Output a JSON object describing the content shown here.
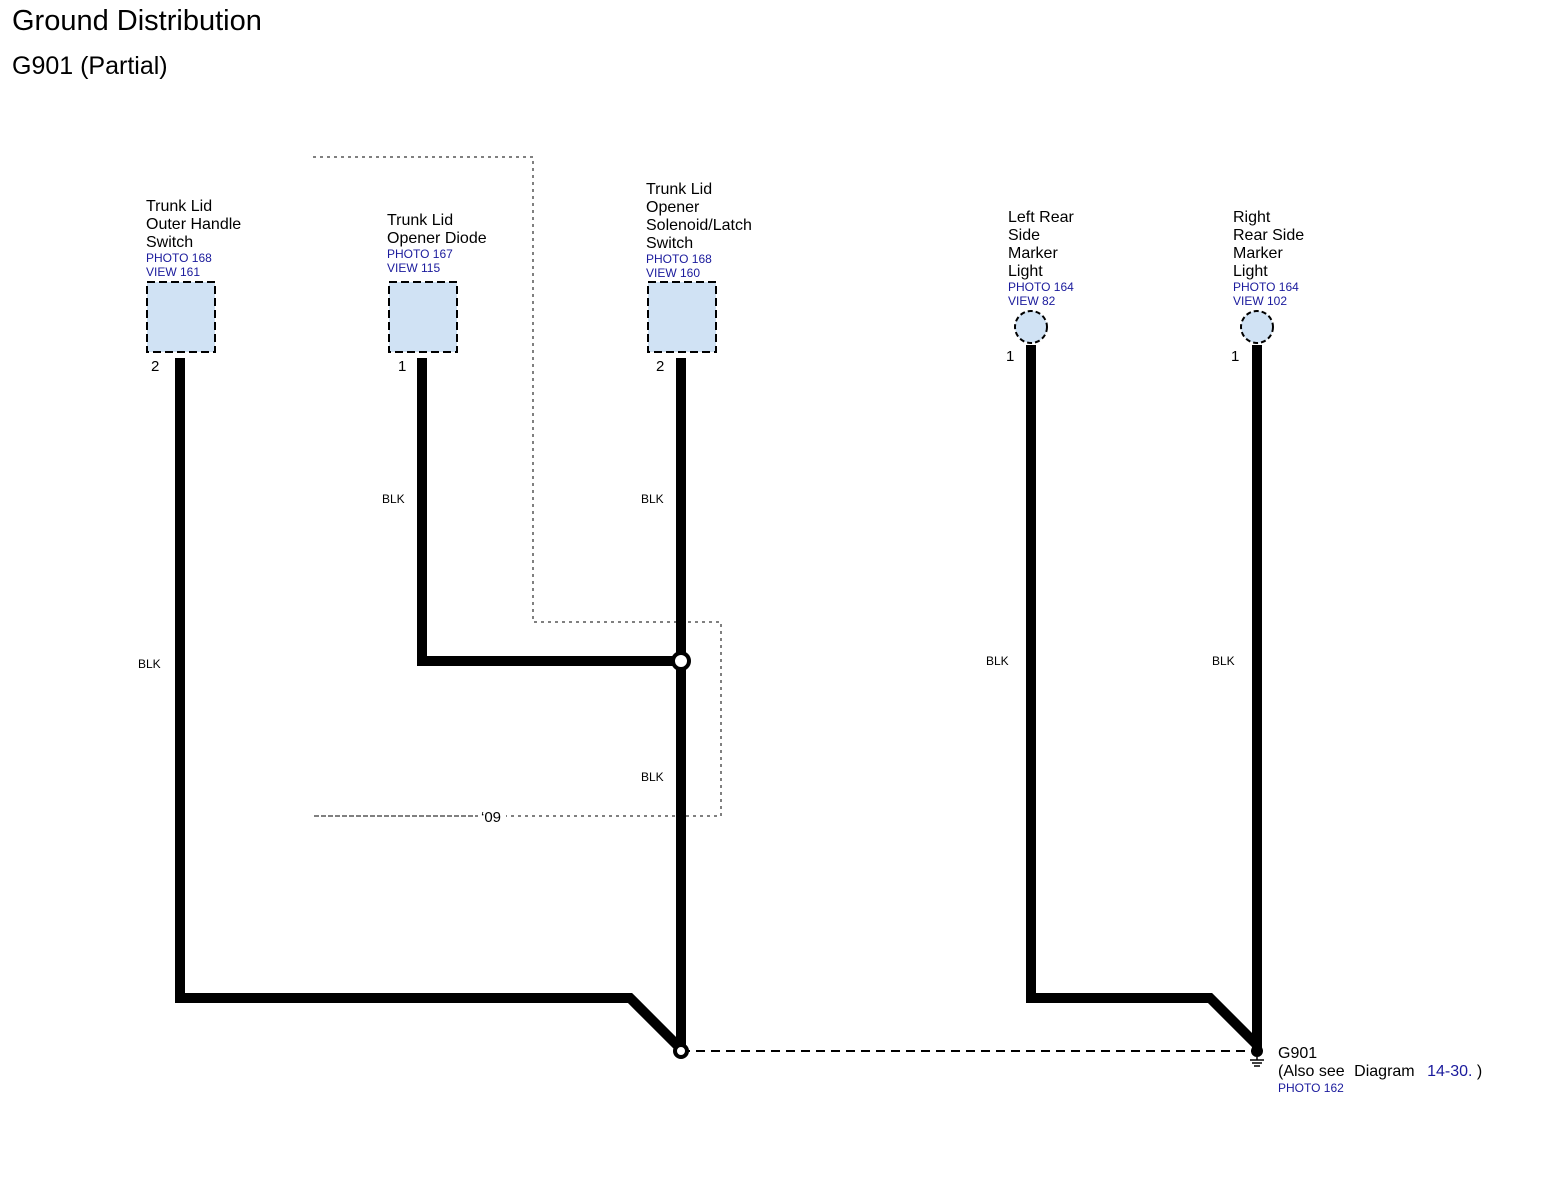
{
  "title": "Ground Distribution",
  "subtitle": "G901 (Partial)",
  "components": [
    {
      "name_lines": [
        "Trunk Lid",
        "Outer Handle",
        "Switch"
      ],
      "photo": "PHOTO 168",
      "view": "VIEW 161",
      "pin": "2"
    },
    {
      "name_lines": [
        "Trunk Lid",
        "Opener Diode"
      ],
      "photo": "PHOTO 167",
      "view": "VIEW 115",
      "pin": "1"
    },
    {
      "name_lines": [
        "Trunk Lid",
        "Opener",
        "Solenoid/Latch",
        "Switch"
      ],
      "photo": "PHOTO 168",
      "view": "VIEW 160",
      "pin": "2"
    },
    {
      "name_lines": [
        "Left Rear",
        "Side",
        "Marker",
        "Light"
      ],
      "photo": "PHOTO 164",
      "view": "VIEW 82",
      "pin": "1"
    },
    {
      "name_lines": [
        "Right",
        "Rear Side",
        "Marker",
        "Light"
      ],
      "photo": "PHOTO 164",
      "view": "VIEW 102",
      "pin": "1"
    }
  ],
  "wire_color": "BLK",
  "option_label": "‘09",
  "ground": {
    "id": "G901",
    "note_prefix": "(Also see",
    "note_diagram": "Diagram",
    "note_ref": "14-30.",
    "note_close": ")",
    "photo": "PHOTO 162"
  },
  "colors": {
    "connector_fill": "#d0e2f4",
    "reference_text": "#1a1a9c",
    "wire": "#000000"
  }
}
